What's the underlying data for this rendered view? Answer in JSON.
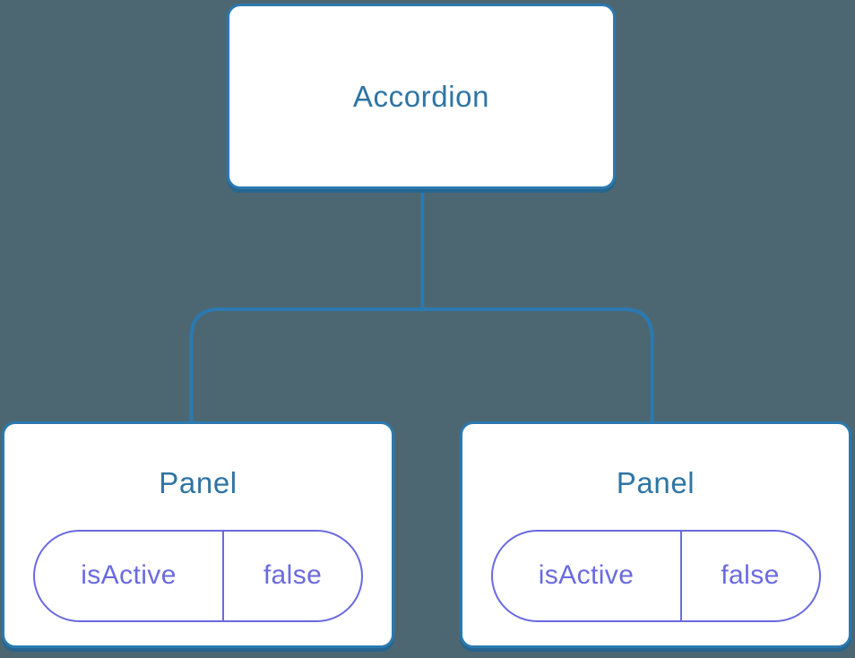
{
  "diagram": {
    "root": {
      "label": "Accordion"
    },
    "panels": [
      {
        "label": "Panel",
        "state": {
          "key": "isActive",
          "value": "false"
        }
      },
      {
        "label": "Panel",
        "state": {
          "key": "isActive",
          "value": "false"
        }
      }
    ],
    "colors": {
      "canvas_background": "#4c6772",
      "node_background": "#ffffff",
      "node_border": "#2b79b0",
      "node_shadow": "#26658f",
      "title_text": "#2e75a4",
      "state_accent": "#6a6ae0"
    }
  }
}
